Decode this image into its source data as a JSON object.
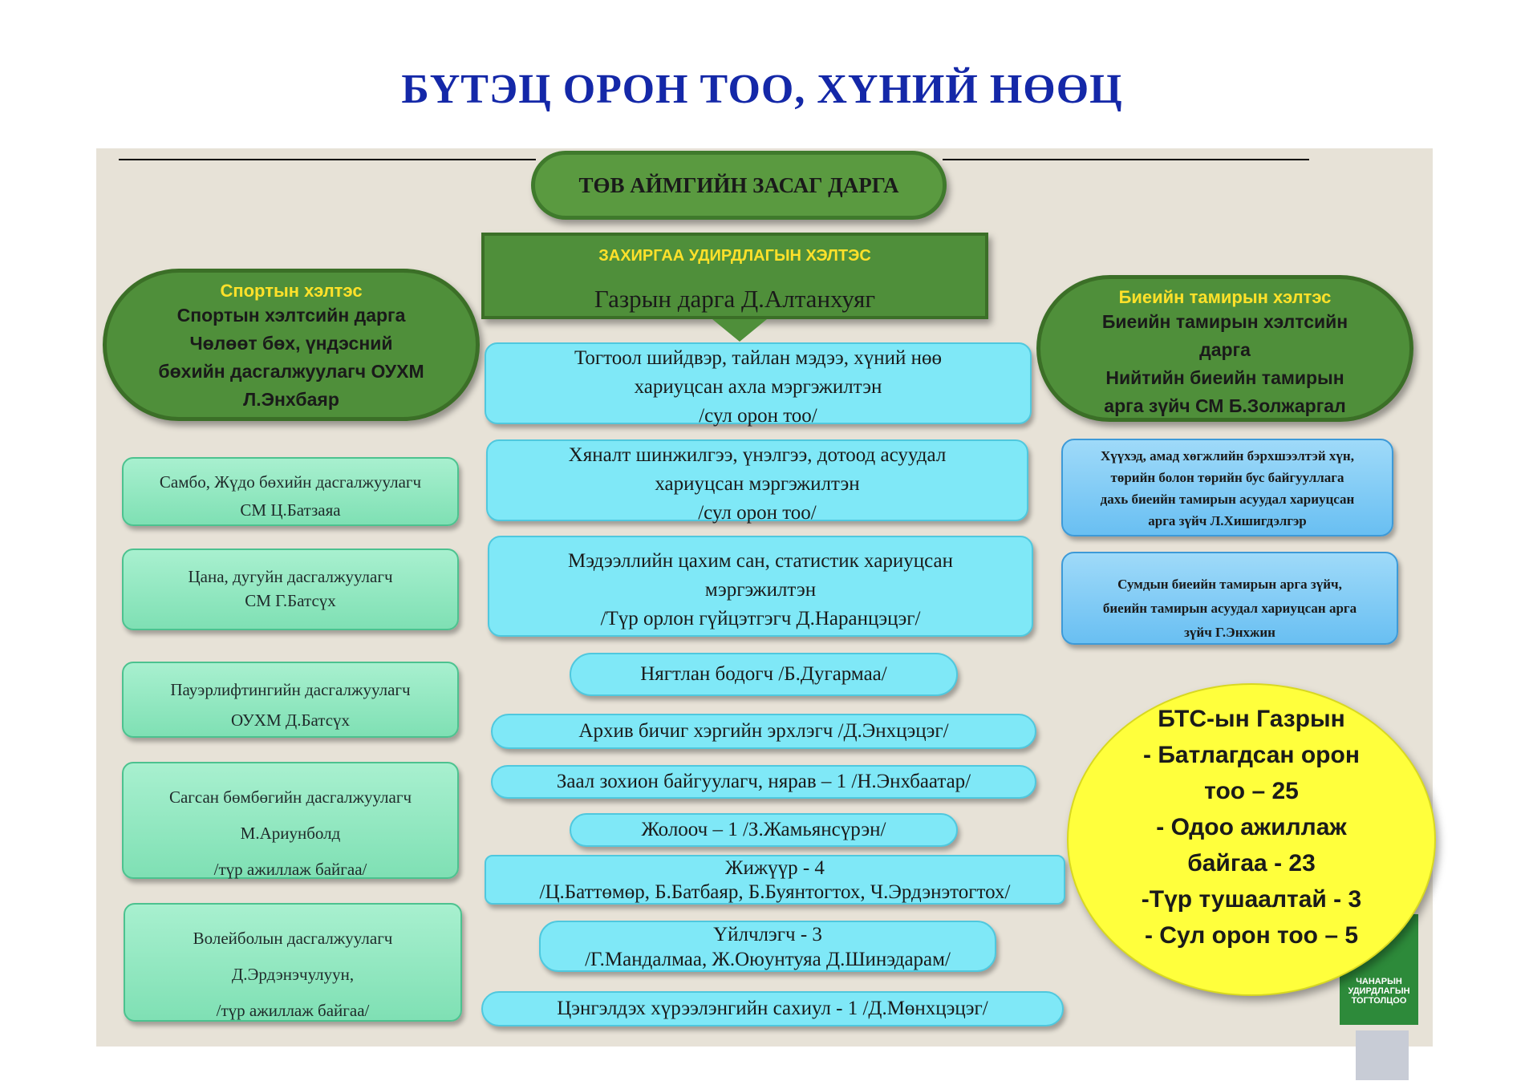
{
  "title": "БҮТЭЦ ОРОН ТОО, ХҮНИЙ НӨӨЦ",
  "head": "ТӨВ АЙМГИЙН ЗАСАГ ДАРГА",
  "admin": {
    "dept": "ЗАХИРГАА УДИРДЛАГЫН ХЭЛТЭС",
    "leader": "Газрын дарга Д.Алтанхуяг"
  },
  "sport_unit": {
    "header": "Спортын  хэлтэс",
    "lines": [
      "Спортын хэлтсийн дарга",
      "Чөлөөт бөх, үндэсний",
      "бөхийн дасгалжуулагч ОУХМ",
      "Л.Энхбаяр"
    ]
  },
  "pe_unit": {
    "header": "Биеийн  тамирын  хэлтэс",
    "lines": [
      "Биеийн тамирын хэлтсийн",
      "дарга",
      "Нийтийн биеийн тамирын",
      "арга зүйч СМ Б.Золжаргал"
    ]
  },
  "coaches": [
    [
      "Самбо, Жүдо бөхийн дасгалжуулагч",
      "СМ Ц.Батзаяа"
    ],
    [
      "Цана, дугуйн  дасгалжуулагч",
      "СМ Г.Батсүх"
    ],
    [
      "Пауэрлифтингийн дасгалжуулагч",
      "ОУХМ Д.Батсүх"
    ],
    [
      "Сагсан бөмбөгийн дасгалжуулагч",
      "М.Ариунболд",
      "/түр ажиллаж байгаа/"
    ],
    [
      "Волейболын  дасгалжуулагч",
      "Д.Эрдэнэчулуун,",
      "/түр ажиллаж байгаа/"
    ]
  ],
  "staff": [
    [
      "Тогтоол шийдвэр, тайлан мэдээ, хүний нөө",
      "хариуцсан ахла мэргэжилтэн",
      "/сул орон тоо/"
    ],
    [
      "Хяналт шинжилгээ, үнэлгээ, дотоод асуудал",
      "хариуцсан мэргэжилтэн",
      "/сул орон тоо/"
    ],
    [
      "Мэдээллийн цахим сан, статистик хариуцсан",
      "мэргэжилтэн",
      "/Түр орлон гүйцэтгэгч Д.Наранцэцэг/"
    ],
    [
      "Нягтлан бодогч    /Б.Дугармаа/"
    ],
    [
      "Архив бичиг хэргийн эрхлэгч    /Д.Энхцэцэг/"
    ],
    [
      "Заал зохион байгуулагч, нярав – 1 /Н.Энхбаатар/"
    ],
    [
      "Жолооч – 1 /З.Жамьянсүрэн/"
    ],
    [
      "Жижүүр - 4",
      "/Ц.Баттөмөр, Б.Батбаяр, Б.Буянтогтох, Ч.Эрдэнэтогтох/"
    ],
    [
      "Үйлчлэгч - 3",
      "/Г.Мандалмаа, Ж.Оюунтуяа Д.Шинэдарам/"
    ],
    [
      "Цэнгэлдэх хүрээлэнгийн сахиул - 1  /Д.Мөнхцэцэг/"
    ]
  ],
  "methodists": [
    [
      "Хүүхэд, амад хөгжлийн бэрхшээлтэй хүн,",
      "төрийн болон төрийн бус байгууллага",
      "дахь биеийн тамирын асуудал хариуцсан",
      "арга зүйч Л.Хишигдэлгэр"
    ],
    [
      "Сумдын биеийн тамирын арга зүйч,",
      "биеийн тамирын асуудал хариуцсан арга",
      "зүйч  Г.Энхжин"
    ]
  ],
  "summary": [
    "БТС-ын Газрын",
    "- Батлагдсан орон",
    "тоо – 25",
    "- Одоо ажиллаж",
    "байгаа - 23",
    "-Түр тушаалтай - 3",
    "- Сул орон тоо – 5"
  ],
  "logo": [
    "ЧАНАРЫН",
    "УДИРДЛАГЫН",
    "ТОГТОЛЦОО"
  ]
}
